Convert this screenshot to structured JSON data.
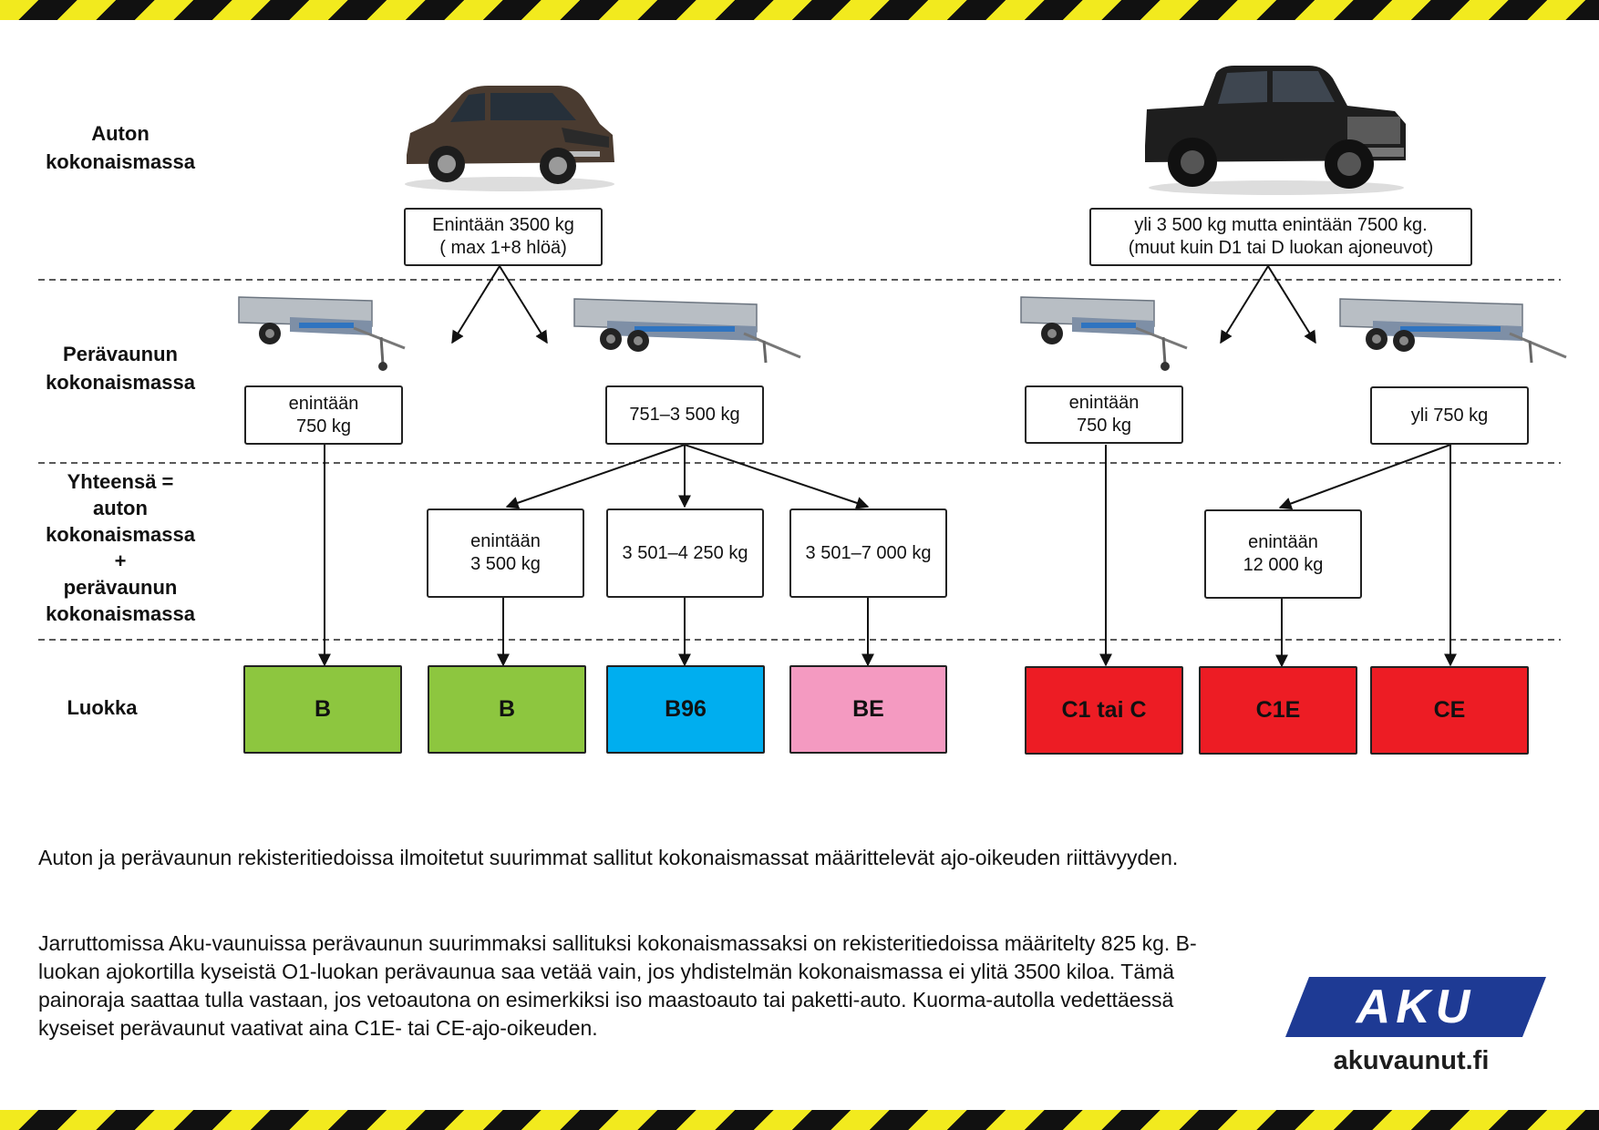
{
  "row_labels": {
    "car_mass": "Auton\nkokonaismassa",
    "trailer_mass": "Perävaunun\nkokonaismassa",
    "total": "Yhteensä =\nauton\nkokonaismassa\n+\nperävaunun\nkokonaismassa",
    "class": "Luokka"
  },
  "car_boxes": {
    "left": "Enintään 3500 kg\n( max 1+8 hlöä)",
    "right": "yli 3 500 kg mutta enintään 7500 kg.\n(muut kuin D1 tai D luokan ajoneuvot)"
  },
  "trailer_boxes": {
    "b_light": "enintään\n750 kg",
    "b_heavy": "751–3 500 kg",
    "c_light": "enintään\n750 kg",
    "c_heavy": "yli 750 kg"
  },
  "total_boxes": {
    "t1": "enintään\n3 500 kg",
    "t2": "3 501–4 250 kg",
    "t3": "3 501–7 000 kg",
    "t4": "enintään\n12 000 kg"
  },
  "classes": [
    {
      "label": "B",
      "color": "#8dc63f"
    },
    {
      "label": "B",
      "color": "#8dc63f"
    },
    {
      "label": "B96",
      "color": "#00aeef"
    },
    {
      "label": "BE",
      "color": "#f49ac1"
    },
    {
      "label": "C1 tai C",
      "color": "#ed1c24"
    },
    {
      "label": "C1E",
      "color": "#ed1c24"
    },
    {
      "label": "CE",
      "color": "#ed1c24"
    }
  ],
  "paragraphs": {
    "p1": "Auton ja perävaunun rekisteritiedoissa ilmoitetut suurimmat sallitut kokonaismassat määrittelevät ajo-oikeuden riittävyyden.",
    "p2": "Jarruttomissa Aku-vaunuissa perävaunun suurimmaksi sallituksi kokonaismassaksi on rekisteritiedoissa määritelty 825 kg. B-luokan ajokortilla kyseistä O1-luokan perävaunua saa vetää vain, jos yhdistelmän kokonaismassa ei ylitä 3500 kiloa. Tämä painoraja saattaa tulla vastaan, jos vetoautona on esimerkiksi iso maastoauto tai paketti-auto. Kuorma-autolla vedettäessä kyseiset perävaunut vaativat aina C1E- tai CE-ajo-oikeuden."
  },
  "logo": {
    "text": "AKU",
    "color": "#1e3a94"
  },
  "website": "akuvaunut.fi"
}
